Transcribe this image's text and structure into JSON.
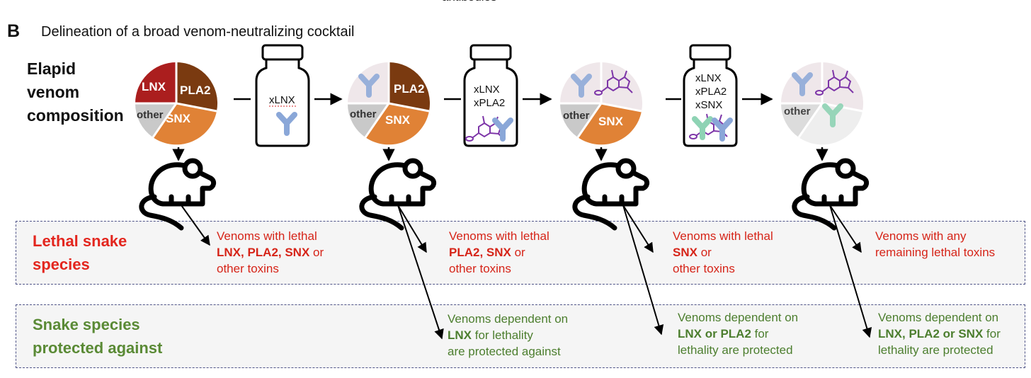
{
  "header": {
    "cut_text": "antibodies",
    "panel_letter": "B",
    "panel_title": "Delineation of a broad venom-neutralizing cocktail"
  },
  "composition_label": [
    "Elapid",
    "venom",
    "composition"
  ],
  "toxins": {
    "lnx": "LNX",
    "pla2": "PLA2",
    "snx": "SNX",
    "other": "other"
  },
  "vials": [
    {
      "lines": [
        "xLNX"
      ]
    },
    {
      "lines": [
        "xLNX",
        "xPLA2"
      ]
    },
    {
      "lines": [
        "xLNX",
        "xPLA2",
        "xSNX"
      ]
    }
  ],
  "rows": {
    "lethal": [
      "Lethal snake",
      "species"
    ],
    "protected": [
      "Snake species",
      "protected against"
    ]
  },
  "lethal_texts": [
    {
      "l1": "Venoms with lethal",
      "b": "LNX, PLA2, SNX",
      "rest": " or",
      "l3": "other toxins"
    },
    {
      "l1": "Venoms with lethal",
      "b": "PLA2, SNX",
      "rest": " or",
      "l3": "other toxins"
    },
    {
      "l1": "Venoms with lethal",
      "b": "SNX",
      "rest": " or",
      "l3": "other toxins"
    },
    {
      "l1": "Venoms with any",
      "l2": "remaining lethal toxins"
    }
  ],
  "protected_texts": [
    {
      "l1": "Venoms dependent on",
      "b": "LNX",
      "rest": " for lethality",
      "l3": "are protected against"
    },
    {
      "l1": "Venoms dependent on",
      "b": "LNX or PLA2",
      "rest": " for",
      "l3": "lethality are protected"
    },
    {
      "l1": "Venoms dependent on",
      "b": "LNX, PLA2 or SNX",
      "rest": " for",
      "l3": "lethality are protected"
    }
  ],
  "colors": {
    "lnx": "#ab1e1e",
    "pla2": "#7a3a10",
    "snx": "#e08236",
    "other": "#c9c9c9",
    "neutralized": "#efe7ea",
    "lethal_text": "#d62418",
    "protected_text": "#4c7e2e",
    "box_border": "#4f5488"
  }
}
